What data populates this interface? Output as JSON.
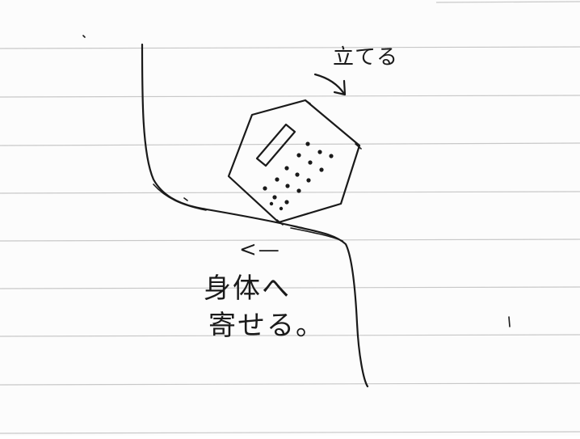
{
  "sketch": {
    "note_top": "立てる",
    "note_bottom_line1": "身体へ",
    "note_bottom_line2": "寄せる。",
    "arrow_glyph": "<—"
  },
  "colors": {
    "paper": "#fcfcfc",
    "ruled_line": "#c8c8c8",
    "ink": "#1a1a1a"
  }
}
